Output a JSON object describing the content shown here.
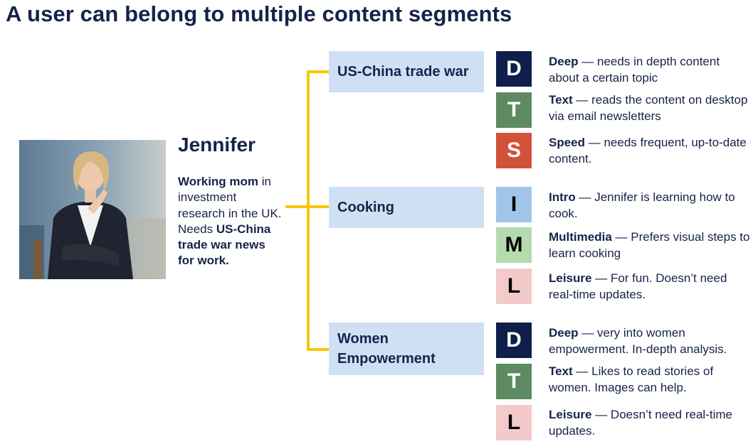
{
  "title": "A user can belong to multiple content segments",
  "persona": {
    "name": "Jennifer",
    "description_parts": [
      {
        "text": "Working mom",
        "bold": true
      },
      {
        "text": " in investment research in the UK. Needs ",
        "bold": false
      },
      {
        "text": "US-China trade war news for work.",
        "bold": true
      }
    ]
  },
  "colors": {
    "title": "#16234a",
    "bracket": "#f5c800",
    "segment_bg": "#cfe0f4",
    "deep": "#0f1e4b",
    "text": "#5e8a62",
    "speed": "#d25139",
    "intro": "#a3c4e9",
    "multimedia": "#b4dbae",
    "leisure": "#f3c9c9"
  },
  "segments": [
    {
      "label_lines": [
        "US-China trade war"
      ],
      "traits": [
        {
          "letter": "D",
          "color_key": "deep",
          "text_color": "#ffffff",
          "term": "Deep",
          "desc": " — needs in depth content about a certain topic"
        },
        {
          "letter": "T",
          "color_key": "text",
          "text_color": "#ffffff",
          "term": "Text",
          "desc": " — reads the content on desktop via email newsletters"
        },
        {
          "letter": "S",
          "color_key": "speed",
          "text_color": "#ffffff",
          "term": "Speed",
          "desc": " — needs frequent, up-to-date content."
        }
      ]
    },
    {
      "label_lines": [
        "Cooking"
      ],
      "traits": [
        {
          "letter": "I",
          "color_key": "intro",
          "text_color": "#000000",
          "term": "Intro",
          "desc": " — Jennifer is learning how to cook."
        },
        {
          "letter": "M",
          "color_key": "multimedia",
          "text_color": "#000000",
          "term": "Multimedia",
          "desc": " — Prefers visual steps to learn cooking"
        },
        {
          "letter": "L",
          "color_key": "leisure",
          "text_color": "#000000",
          "term": "Leisure",
          "desc": " — For fun. Doesn’t need real-time updates."
        }
      ]
    },
    {
      "label_lines": [
        "Women",
        "Empowerment"
      ],
      "traits": [
        {
          "letter": "D",
          "color_key": "deep",
          "text_color": "#ffffff",
          "term": "Deep",
          "desc": " — very into women empowerment. In-depth analysis."
        },
        {
          "letter": "T",
          "color_key": "text",
          "text_color": "#ffffff",
          "term": "Text",
          "desc": " — Likes to read stories of women. Images can help."
        },
        {
          "letter": "L",
          "color_key": "leisure",
          "text_color": "#000000",
          "term": "Leisure",
          "desc": " — Doesn’t need real-time updates."
        }
      ]
    }
  ]
}
